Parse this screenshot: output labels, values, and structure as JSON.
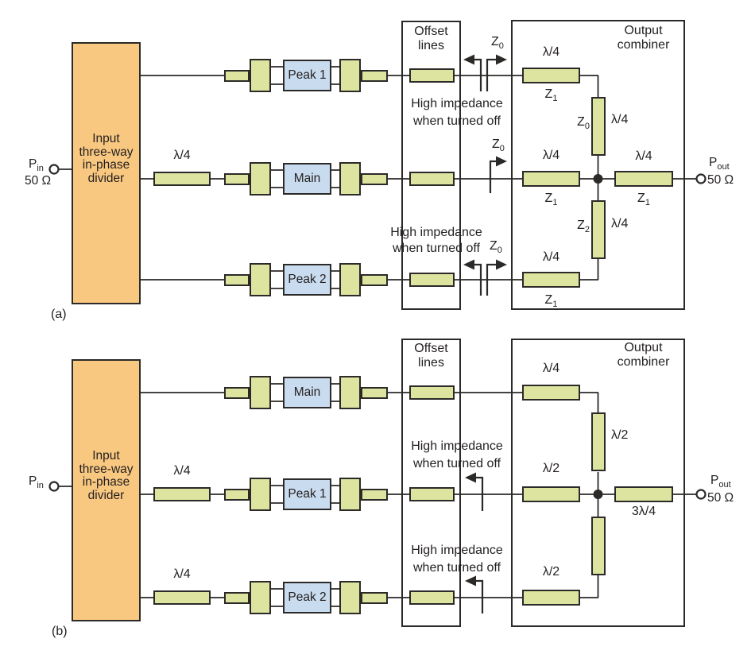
{
  "colors": {
    "tline_fill": "#dde4a0",
    "amp_fill": "#c9dbee",
    "divider_fill": "#f9c880",
    "line": "#2b2a28",
    "text": "#231f20",
    "background": "#ffffff"
  },
  "a": {
    "tag": "(a)",
    "pin": {
      "base": "P",
      "sub": "in",
      "ohm": "50 Ω"
    },
    "divider": [
      "Input",
      "three-way",
      "in-phase",
      "divider"
    ],
    "pre_main": "λ/4",
    "amps": {
      "top": "Peak 1",
      "mid": "Main",
      "bot": "Peak 2"
    },
    "offset_title": [
      "Offset",
      "lines"
    ],
    "hiz_top": [
      "High impedance",
      "when turned off"
    ],
    "hiz_bot": [
      "High impedance",
      "when turned off"
    ],
    "probe_top": {
      "base": "Z",
      "sub": "0"
    },
    "probe_mid": {
      "base": "Z",
      "sub": "0"
    },
    "probe_bot": {
      "base": "Z",
      "sub": "0"
    },
    "combiner_title": [
      "Output",
      "combiner"
    ],
    "combiner": {
      "top": {
        "len": "λ/4",
        "z": {
          "base": "Z",
          "sub": "1"
        }
      },
      "vert_top": {
        "len": "λ/4",
        "z": {
          "base": "Z",
          "sub": "0"
        }
      },
      "mid": {
        "len": "λ/4",
        "z": {
          "base": "Z",
          "sub": "1"
        }
      },
      "out": {
        "len": "λ/4",
        "z": {
          "base": "Z",
          "sub": "1"
        }
      },
      "vert_bot": {
        "len": "λ/4",
        "z": {
          "base": "Z",
          "sub": "2"
        }
      },
      "bot": {
        "len": "λ/4",
        "z": {
          "base": "Z",
          "sub": "1"
        }
      }
    },
    "pout": {
      "base": "P",
      "sub": "out",
      "ohm": "50 Ω"
    }
  },
  "b": {
    "tag": "(b)",
    "pin": {
      "base": "P",
      "sub": "in"
    },
    "divider": [
      "Input",
      "three-way",
      "in-phase",
      "divider"
    ],
    "pre_peak1": "λ/4",
    "pre_peak2": "λ/4",
    "amps": {
      "top": "Main",
      "mid": "Peak 1",
      "bot": "Peak 2"
    },
    "offset_title": [
      "Offset",
      "lines"
    ],
    "hiz_mid": [
      "High impedance",
      "when turned off"
    ],
    "hiz_bot": [
      "High impedance",
      "when turned off"
    ],
    "combiner_title": [
      "Output",
      "combiner"
    ],
    "combiner": {
      "top": {
        "len": "λ/4"
      },
      "vert_top": {
        "len": "λ/2"
      },
      "mid": {
        "len": "λ/2"
      },
      "out": {
        "len": "3λ/4"
      },
      "bot": {
        "len": "λ/2"
      }
    },
    "pout": {
      "base": "P",
      "sub": "out",
      "ohm": "50 Ω"
    }
  }
}
